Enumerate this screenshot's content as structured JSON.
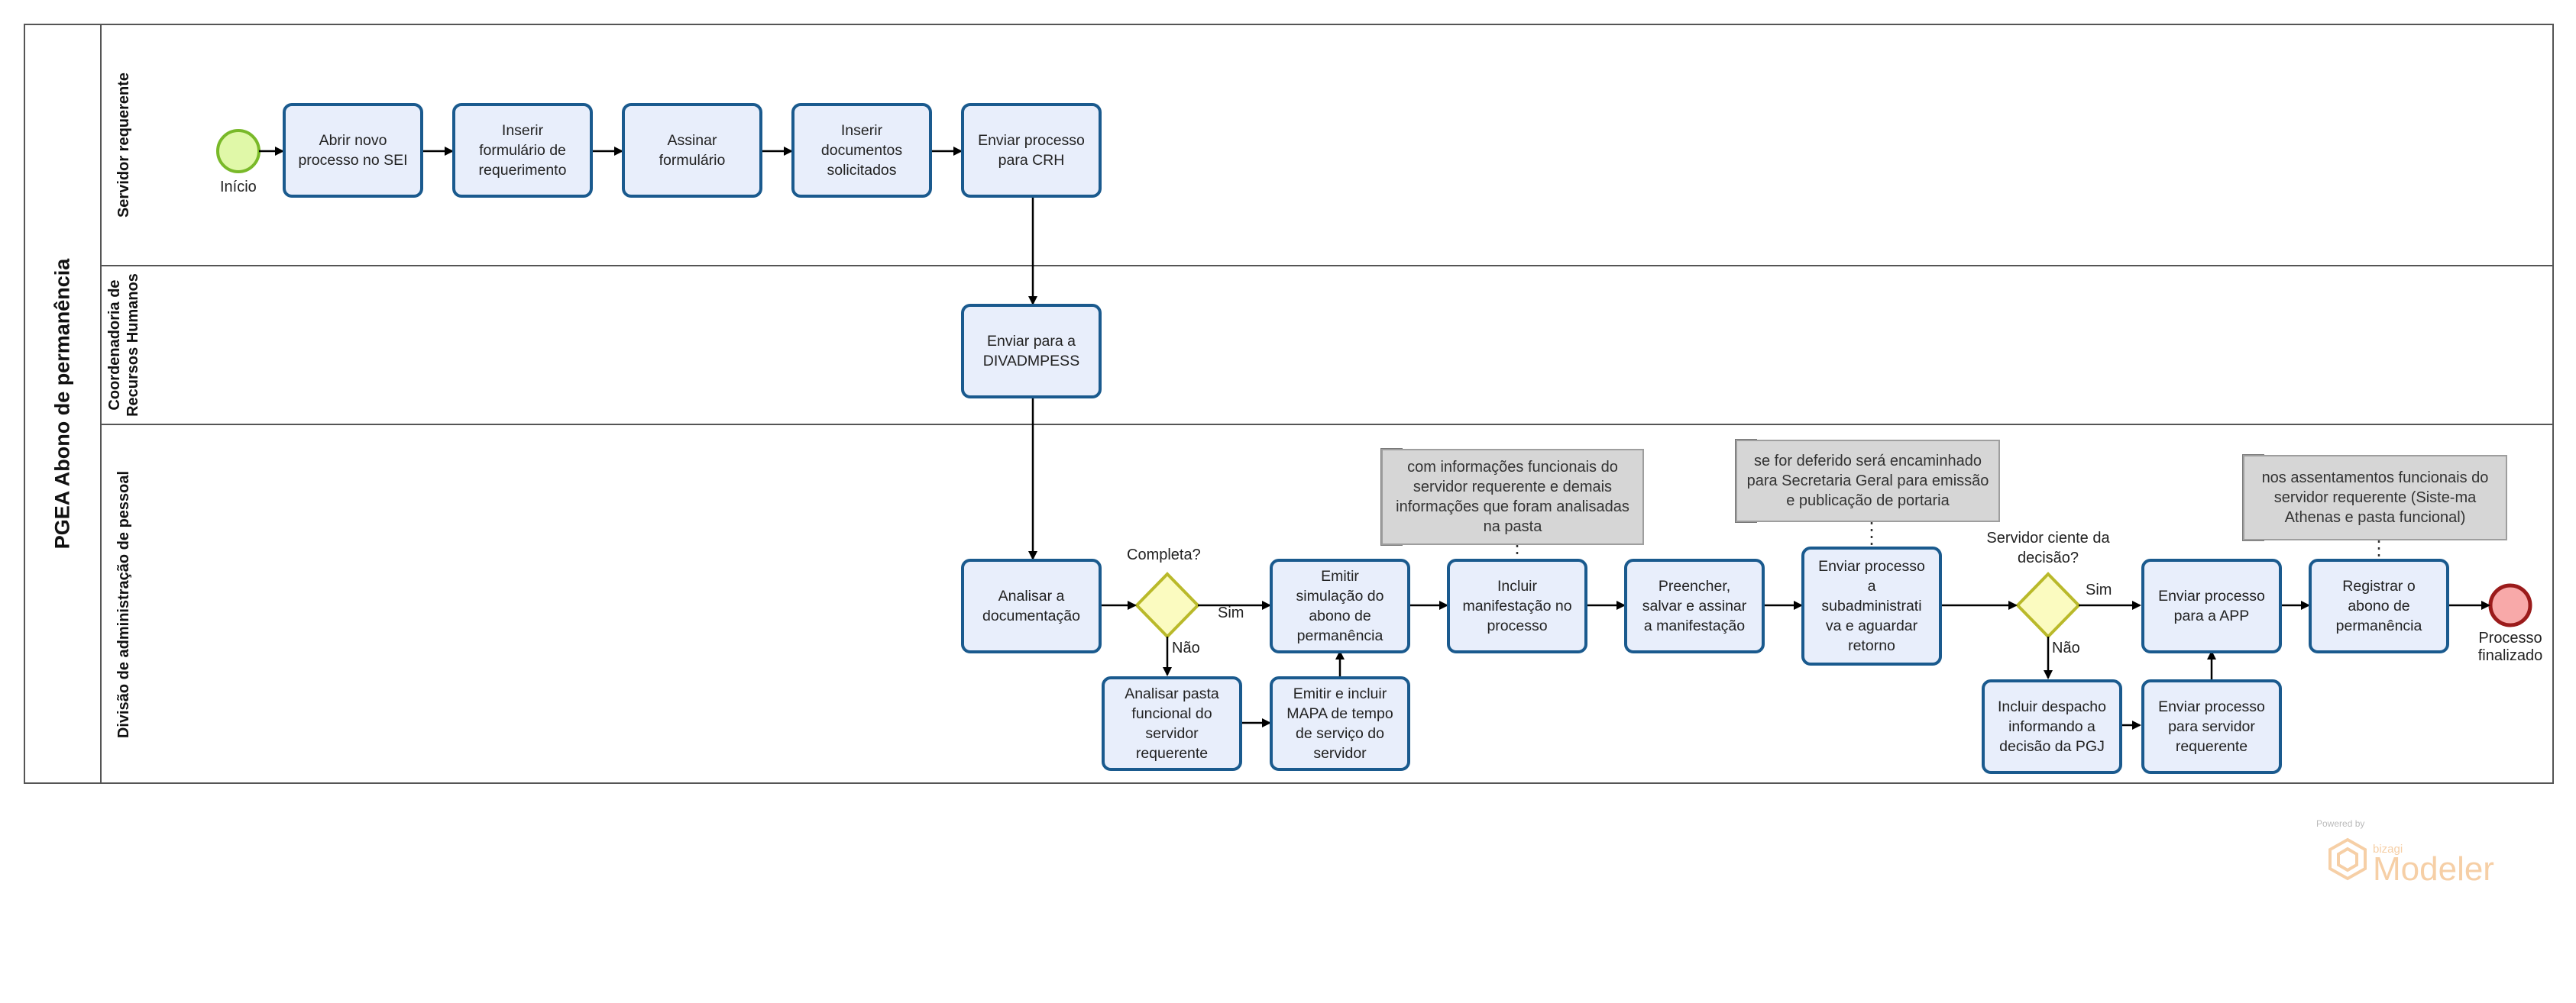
{
  "pool": {
    "title": "PGEA Abono de permanência"
  },
  "lanes": [
    {
      "title": "Servidor requerente"
    },
    {
      "title_line1": "Coordenadoria de",
      "title_line2": "Recursos Humanos"
    },
    {
      "title": "Divisão de administração de pessoal"
    }
  ],
  "events": {
    "start": "Início",
    "end_line1": "Processo",
    "end_line2": "finalizado"
  },
  "tasks": {
    "abrir": [
      "Abrir novo",
      "processo no SEI"
    ],
    "inserir_form": [
      "Inserir",
      "formulário de",
      "requerimento"
    ],
    "assinar": [
      "Assinar",
      "formulário"
    ],
    "inserir_docs": [
      "Inserir",
      "documentos",
      "solicitados"
    ],
    "enviar_crh": [
      "Enviar processo",
      "para CRH"
    ],
    "enviar_div": [
      "Enviar para a",
      "DIVADMPESS"
    ],
    "analisar_doc": [
      "Analisar a",
      "documentação"
    ],
    "analisar_pasta": [
      "Analisar pasta",
      "funcional do",
      "servidor",
      "requerente"
    ],
    "emitir_sim": [
      "Emitir",
      "simulação do",
      "abono de",
      "permanência"
    ],
    "emitir_mapa": [
      "Emitir e incluir",
      "MAPA de tempo",
      "de serviço do",
      "servidor"
    ],
    "incluir_manif": [
      "Incluir",
      "manifestação no",
      "processo"
    ],
    "preencher": [
      "Preencher,",
      "salvar e assinar",
      "a manifestação"
    ],
    "enviar_sub": [
      "Enviar processo",
      "a",
      "subadministrati",
      "va e aguardar",
      "retorno"
    ],
    "incluir_desp": [
      "Incluir despacho",
      "informando a",
      "decisão da PGJ"
    ],
    "enviar_serv": [
      "Enviar processo",
      "para servidor",
      "requerente"
    ],
    "enviar_app": [
      "Enviar processo",
      "para a APP"
    ],
    "registrar": [
      "Registrar o",
      "abono de",
      "permanência"
    ]
  },
  "gateways": {
    "completa": "Completa?",
    "ciente_line1": "Servidor ciente da",
    "ciente_line2": "decisão?"
  },
  "flow_labels": {
    "sim_1": "Sim",
    "nao_1": "Não",
    "sim_2": "Sim",
    "nao_2": "Não"
  },
  "notes": {
    "manif": [
      "com informações funcionais do",
      "servidor requerente e demais",
      "informações que foram analisadas",
      "na pasta"
    ],
    "deferido": [
      "se for deferido será encaminhado",
      "para Secretaria Geral para emissão",
      "e publicação de portaria"
    ],
    "assent": [
      "nos assentamentos funcionais do",
      "servidor requerente (Siste-ma",
      "Athenas e pasta funcional)"
    ]
  },
  "watermark": {
    "small": "Powered by",
    "brand_small": "bizagi",
    "brand": "Modeler"
  },
  "colors": {
    "task_fill": "#e8eefb",
    "task_border": "#1a5a8e",
    "start_fill": "#e0f8a8",
    "start_border": "#79b929",
    "end_fill": "#f8a9a9",
    "end_border": "#9b1b1b",
    "gateway_fill": "#fbfbc0",
    "gateway_border": "#b9b92a",
    "note_fill": "#d6d6d6",
    "watermark": "#f6cfa6"
  }
}
